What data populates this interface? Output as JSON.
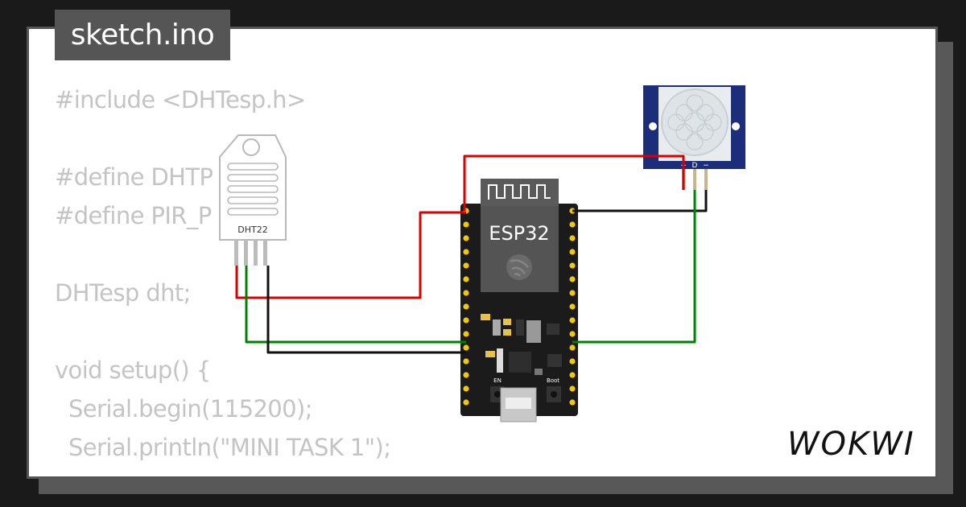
{
  "window": {
    "title": "sketch.ino"
  },
  "code": {
    "lines": [
      "#include <DHTesp.h>",
      "",
      "#define DHTP",
      "#define PIR_P",
      "",
      "DHTesp dht;",
      "",
      "void setup() {",
      "Serial.begin(115200);",
      "Serial.println(\"MINI TASK 1\");"
    ]
  },
  "components": {
    "dht22": {
      "label": "DHT22"
    },
    "esp32": {
      "label": "ESP32",
      "en_label": "EN",
      "boot_label": "Boot"
    },
    "pir": {
      "pin_plus": "+",
      "pin_d": "D",
      "pin_minus": "−"
    }
  },
  "brand": {
    "logo_text": "WOKWI"
  },
  "colors": {
    "background": "#1a1a1a",
    "card": "#ffffff",
    "tab": "#555555",
    "code_text": "#c4c4c4",
    "wire_power": "#dd0000",
    "wire_ground": "#111111",
    "wire_signal": "#008000",
    "pir_board": "#1c2e7a",
    "esp_board": "#1b1b1b",
    "esp_module": "#545454",
    "pin_gold": "#f2c800"
  }
}
